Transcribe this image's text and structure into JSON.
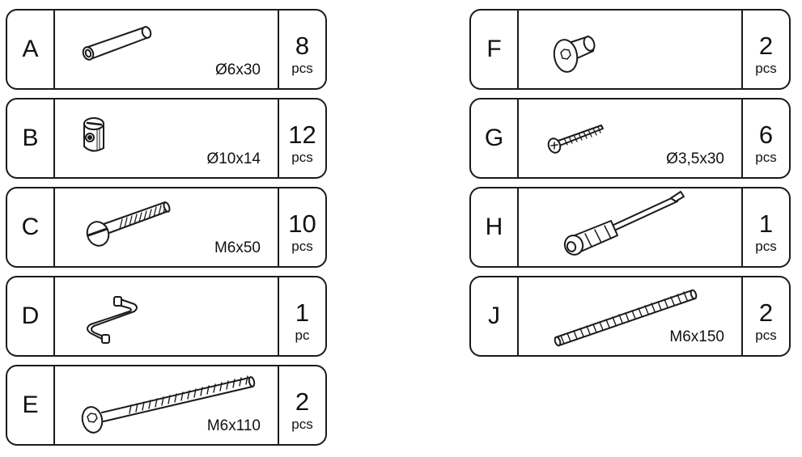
{
  "parts": [
    {
      "id": "a",
      "letter": "A",
      "size": "Ø6x30",
      "qty": "8",
      "unit": "pcs",
      "icon": "dowel-icon"
    },
    {
      "id": "b",
      "letter": "B",
      "size": "Ø10x14",
      "qty": "12",
      "unit": "pcs",
      "icon": "barrel-nut-icon"
    },
    {
      "id": "c",
      "letter": "C",
      "size": "M6x50",
      "qty": "10",
      "unit": "pcs",
      "icon": "slotted-bolt-icon"
    },
    {
      "id": "d",
      "letter": "D",
      "size": "",
      "qty": "1",
      "unit": "pc",
      "icon": "allen-key-icon"
    },
    {
      "id": "e",
      "letter": "E",
      "size": "M6x110",
      "qty": "2",
      "unit": "pcs",
      "icon": "hex-bolt-long-icon"
    },
    {
      "id": "f",
      "letter": "F",
      "size": "",
      "qty": "2",
      "unit": "pcs",
      "icon": "hex-cap-nut-icon"
    },
    {
      "id": "g",
      "letter": "G",
      "size": "Ø3,5x30",
      "qty": "6",
      "unit": "pcs",
      "icon": "wood-screw-icon"
    },
    {
      "id": "h",
      "letter": "H",
      "size": "",
      "qty": "1",
      "unit": "pcs",
      "icon": "screwdriver-icon"
    },
    {
      "id": "j",
      "letter": "J",
      "size": "M6x150",
      "qty": "2",
      "unit": "pcs",
      "icon": "threaded-rod-icon"
    }
  ]
}
